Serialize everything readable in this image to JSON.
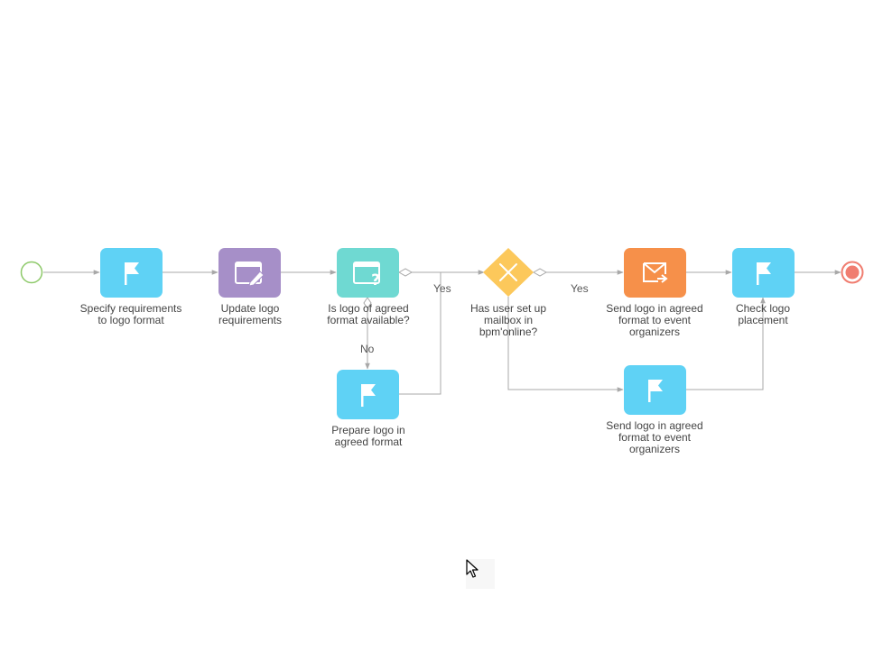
{
  "colors": {
    "user_task": "#5fd2f5",
    "edit_task": "#a68fc8",
    "question_task": "#6fd9d2",
    "gateway": "#fcc85b",
    "email_task": "#f6904a",
    "start_event": "#8dc969",
    "end_event": "#f07d70",
    "connector": "#a8a8a8"
  },
  "nodes": {
    "specify": {
      "label": "Specify requirements\nto logo format",
      "icon": "flag-icon"
    },
    "update": {
      "label": "Update logo\nrequirements",
      "icon": "edit-page-icon"
    },
    "isavail": {
      "label": "Is logo of agreed\nformat available?",
      "icon": "question-page-icon"
    },
    "prepare": {
      "label": "Prepare logo in\nagreed format",
      "icon": "flag-icon"
    },
    "hasuser": {
      "label": "Has user set up\nmailbox in\nbpm'online?",
      "icon": "x-icon"
    },
    "sendemail": {
      "label": "Send logo in agreed\nformat to event\norganizers",
      "icon": "send-mail-icon"
    },
    "sendtask": {
      "label": "Send logo in agreed\nformat to event\norganizers",
      "icon": "flag-icon"
    },
    "check": {
      "label": "Check logo\nplacement",
      "icon": "flag-icon"
    }
  },
  "edges": {
    "yes1": "Yes",
    "no1": "No",
    "yes2": "Yes"
  }
}
